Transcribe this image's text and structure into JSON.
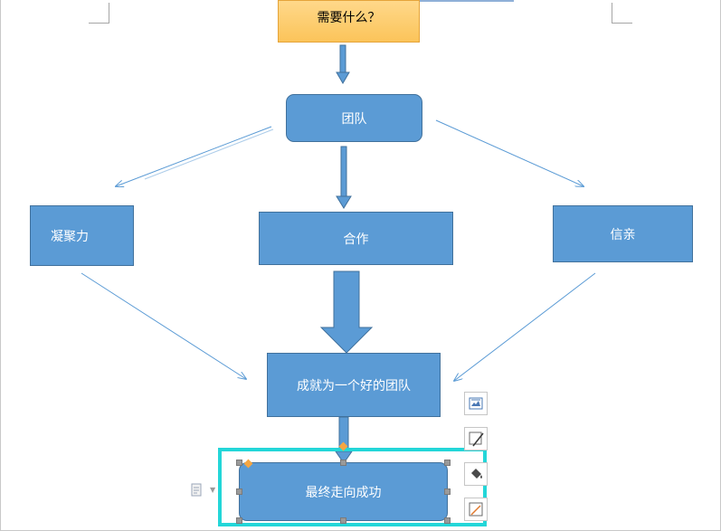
{
  "flowchart": {
    "question": "需要什么？",
    "team": "团队",
    "cohesion": "凝聚力",
    "cooperation": "合作",
    "trust": "信亲",
    "good_team": "成就为一个好的团队",
    "success": "最终走向成功"
  },
  "colors": {
    "shape_fill": "#5b9bd5",
    "shape_border": "#41719c",
    "question_fill": "#fbc45a",
    "selection_border": "#23d6d8",
    "connector": "#5b9bd5"
  },
  "icons": {
    "layout_options": "layout-options-icon",
    "shape_style": "shape-style-icon",
    "shape_fill": "paint-bucket-icon",
    "shape_outline": "pen-outline-icon",
    "paste_options": "paste-options-icon"
  }
}
